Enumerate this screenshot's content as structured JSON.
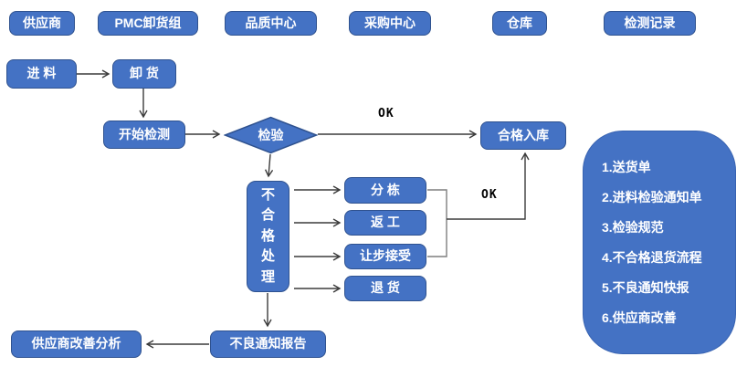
{
  "lanes": [
    "供应商",
    "PMC卸货组",
    "品质中心",
    "采购中心",
    "仓库",
    "检测记录"
  ],
  "nodes": {
    "incoming": "进 料",
    "unloading": "卸 货",
    "start_inspection": "开始检测",
    "inspection": "检验",
    "qualified_storage": "合格入库",
    "nonconforming_handling": "不合格处理",
    "sorting": "分 栋",
    "rework": "返 工",
    "concession_accept": "让步接受",
    "return_goods": "退 货",
    "defect_notice_report": "不良通知报告",
    "supplier_improvement_analysis": "供应商改善分析"
  },
  "labels": {
    "ok_pass": "OK",
    "ok_branch": "OK"
  },
  "panel": {
    "items": [
      "1.送货单",
      "2.进料检验通知单",
      "3.检验规范",
      "4.不合格退货流程",
      "5.不良通知快报",
      "6.供应商改善"
    ]
  },
  "colors": {
    "node_fill": "#4472C4",
    "node_border": "#2F528F",
    "node_text": "#FFFFFF",
    "arrow": "#3B3B3B",
    "bracket": "#7F7F7F",
    "background": "#FFFFFF",
    "ok_text": "#000000"
  }
}
